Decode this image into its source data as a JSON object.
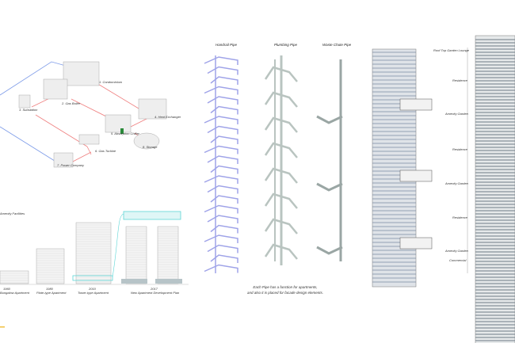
{
  "energy_diagram": {
    "labels": [
      "1. Condominium",
      "2. Gas Boiler",
      "3. Substation",
      "4. Heat Exchanger",
      "5. Absorption Chiller",
      "6. Gas Turbine",
      "7. Power Company",
      "8. Storage"
    ]
  },
  "timeline": {
    "heading": "Amenity Facilities",
    "items": [
      {
        "year": "1960",
        "name": "Bungalow Apartment"
      },
      {
        "year": "1980",
        "name": "Plate-type Apartment"
      },
      {
        "year": "2010",
        "name": "Tower-type Apartment"
      },
      {
        "year": "2017",
        "name": "New Apartment Development Plan"
      }
    ],
    "highlight_color": "#5fd6d6"
  },
  "pipes": {
    "titles": [
      "Handrail Pipe",
      "Plumbing Pipe",
      "Waste Chute Pipe"
    ],
    "caption_line1": "Each Pipe has a function for apartments,",
    "caption_line2": "and also it is placed for facade design elements.",
    "colors": {
      "handrail": "#9fa3e8",
      "plumbing": "#b9c4c0",
      "waste": "#9aa6a4"
    }
  },
  "tower": {
    "levels": [
      "Roof Top Garden Lounge",
      "Residence",
      "Amenity Garden",
      "Residence",
      "Amenity Garden",
      "Residence",
      "Amenity Garden",
      "Commercial"
    ]
  }
}
